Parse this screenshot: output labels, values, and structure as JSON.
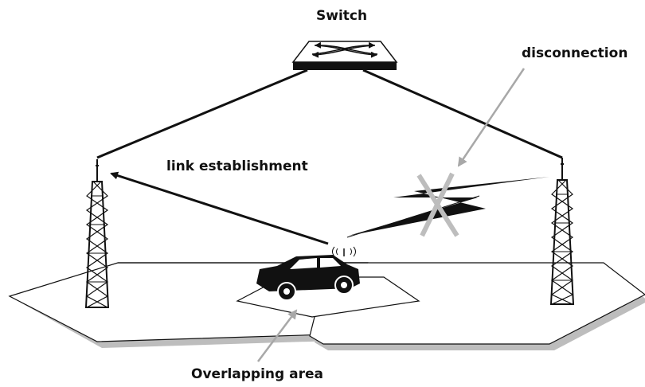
{
  "labels": {
    "switch": "Switch",
    "disconnection": "disconnection",
    "link_establishment": "link establishment",
    "overlapping_area": "Overlapping area"
  },
  "colors": {
    "ink": "#111111",
    "ground_shadow": "#bdbdbd",
    "cross": "#bdbdbd",
    "pointer_arrow": "#a8a8a8"
  }
}
